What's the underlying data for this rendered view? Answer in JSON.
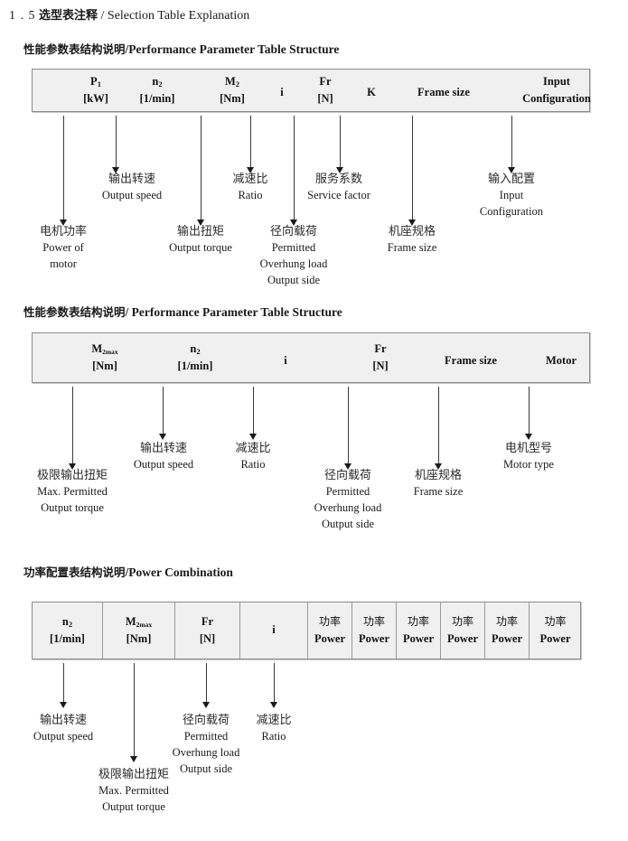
{
  "document": {
    "section_number": "1 . 5",
    "title_cn": "选型表注释",
    "separator": "/",
    "title_en": "Selection Table Explanation"
  },
  "sections": [
    {
      "heading_cn": "性能参数表结构说明",
      "heading_sep": "/",
      "heading_en": "Performance Parameter Table Structure",
      "table": {
        "ruled": false,
        "columns": [
          {
            "symbol": "P",
            "sub": "1",
            "unit": "[kW]"
          },
          {
            "symbol": "n",
            "sub": "2",
            "unit": "[1/min]"
          },
          {
            "symbol": "M",
            "sub": "2",
            "unit": "[Nm]"
          },
          {
            "symbol": "i",
            "sub": "",
            "unit": ""
          },
          {
            "symbol": "Fr",
            "sub": "",
            "unit": "[N]"
          },
          {
            "symbol": "K",
            "sub": "",
            "unit": ""
          },
          {
            "symbol": "Frame size",
            "sub": "",
            "unit": ""
          },
          {
            "symbol": "Input",
            "sub": "",
            "unit": "Configuration"
          }
        ]
      },
      "annotations": [
        {
          "cn": "电机功率",
          "en": [
            "Power of",
            "motor"
          ]
        },
        {
          "cn": "输出转速",
          "en": [
            "Output speed"
          ]
        },
        {
          "cn": "输出扭矩",
          "en": [
            "Output torque"
          ]
        },
        {
          "cn": "减速比",
          "en": [
            "Ratio"
          ]
        },
        {
          "cn": "径向载荷",
          "en": [
            "Permitted",
            "Overhung load",
            "Output side"
          ]
        },
        {
          "cn": "服务系数",
          "en": [
            "Service factor"
          ]
        },
        {
          "cn": "机座规格",
          "en": [
            "Frame size"
          ]
        },
        {
          "cn": "输入配置",
          "en": [
            "Input",
            "Configuration"
          ]
        }
      ]
    },
    {
      "heading_cn": "性能参数表结构说明",
      "heading_sep": "/",
      "heading_en": "Performance Parameter Table Structure",
      "table": {
        "ruled": false,
        "columns": [
          {
            "symbol": "M",
            "sub": "2max",
            "unit": "[Nm]"
          },
          {
            "symbol": "n",
            "sub": "2",
            "unit": "[1/min]"
          },
          {
            "symbol": "i",
            "sub": "",
            "unit": ""
          },
          {
            "symbol": "Fr",
            "sub": "",
            "unit": "[N]"
          },
          {
            "symbol": "Frame size",
            "sub": "",
            "unit": ""
          },
          {
            "symbol": "Motor",
            "sub": "",
            "unit": ""
          }
        ]
      },
      "annotations": [
        {
          "cn": "极限输出扭矩",
          "en": [
            "Max. Permitted",
            "Output  torque"
          ]
        },
        {
          "cn": "输出转速",
          "en": [
            "Output speed"
          ]
        },
        {
          "cn": "减速比",
          "en": [
            "Ratio"
          ]
        },
        {
          "cn": "径向载荷",
          "en": [
            "Permitted",
            "Overhung load",
            "Output side"
          ]
        },
        {
          "cn": "机座规格",
          "en": [
            "Frame size"
          ]
        },
        {
          "cn": "电机型号",
          "en": [
            "Motor type"
          ]
        }
      ]
    },
    {
      "heading_cn": "功率配置表结构说明",
      "heading_sep": "/",
      "heading_en": "Power Combination",
      "table": {
        "ruled": true,
        "columns": [
          {
            "symbol": "n",
            "sub": "2",
            "unit": "[1/min]"
          },
          {
            "symbol": "M",
            "sub": "2max",
            "unit": "[Nm]"
          },
          {
            "symbol": "Fr",
            "sub": "",
            "unit": "[N]"
          },
          {
            "symbol": "i",
            "sub": "",
            "unit": ""
          },
          {
            "symbol_cn": "功率",
            "unit": "Power"
          },
          {
            "symbol_cn": "功率",
            "unit": "Power"
          },
          {
            "symbol_cn": "功率",
            "unit": "Power"
          },
          {
            "symbol_cn": "功率",
            "unit": "Power"
          },
          {
            "symbol_cn": "功率",
            "unit": "Power"
          },
          {
            "symbol_cn": "功率",
            "unit": "Power"
          }
        ]
      },
      "annotations": [
        {
          "cn": "输出转速",
          "en": [
            "Output speed"
          ]
        },
        {
          "cn": "极限输出扭矩",
          "en": [
            "Max. Permitted",
            "Output  torque"
          ]
        },
        {
          "cn": "径向载荷",
          "en": [
            "Permitted",
            "Overhung load",
            "Output side"
          ]
        },
        {
          "cn": "减速比",
          "en": [
            "Ratio"
          ]
        }
      ]
    }
  ]
}
